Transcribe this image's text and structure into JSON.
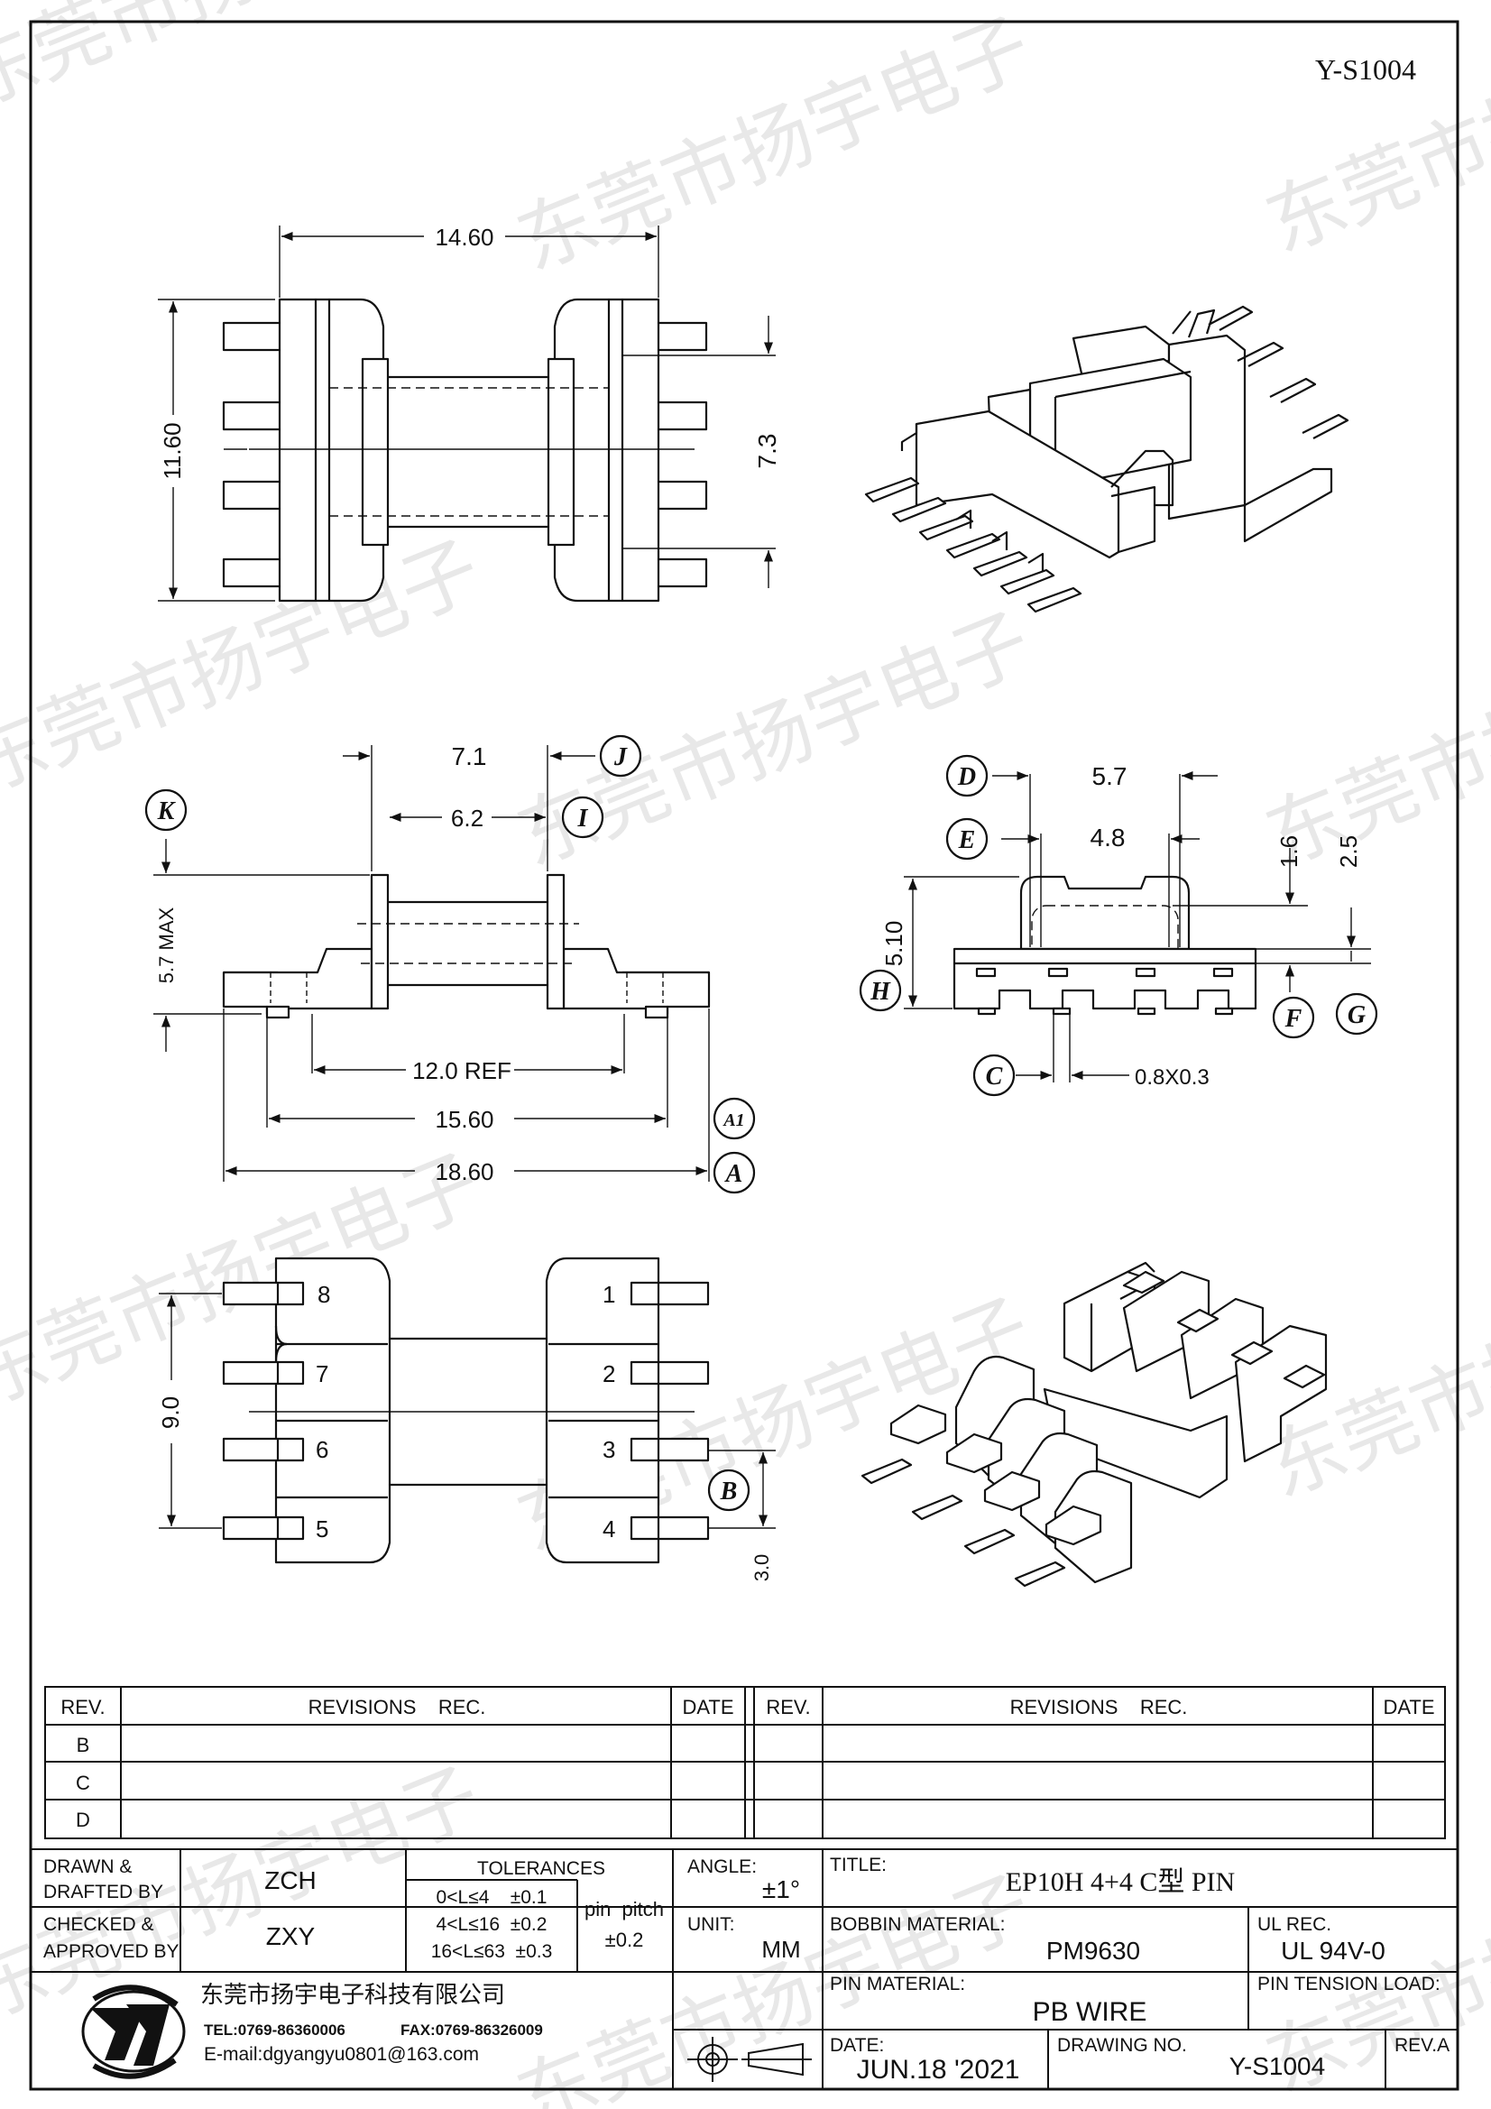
{
  "drawing_number_top": "Y-S1004",
  "watermark": "东莞市扬宇电子",
  "top_view": {
    "width": "14.60",
    "height": "11.60",
    "pin_span": "7.3"
  },
  "side_view": {
    "w71": "7.1",
    "w62": "6.2",
    "max_height": "5.7 MAX",
    "ref": "12.0 REF",
    "w1560": "15.60",
    "w1860": "18.60",
    "labels": {
      "J": "J",
      "I": "I",
      "K": "K",
      "A1": "A1",
      "A": "A"
    }
  },
  "end_view": {
    "w57": "5.7",
    "w48": "4.8",
    "h16": "1.6",
    "h25": "2.5",
    "h510": "5.10",
    "pin": "0.8X0.3",
    "labels": {
      "D": "D",
      "E": "E",
      "H": "H",
      "F": "F",
      "G": "G",
      "C": "C"
    }
  },
  "bottom_view": {
    "pitch_total": "9.0",
    "pitch": "3.0",
    "label_b": "B",
    "pins_left": [
      "8",
      "7",
      "6",
      "5"
    ],
    "pins_right": [
      "1",
      "2",
      "3",
      "4"
    ]
  },
  "revisions": {
    "h_rev": "REV.",
    "h_rec": "REVISIONS    REC.",
    "h_date": "DATE",
    "rows": [
      "B",
      "C",
      "D"
    ]
  },
  "title_block": {
    "drawn_label_1": "DRAWN &",
    "drawn_label_2": "DRAFTED BY",
    "drawn_by": "ZCH",
    "checked_label_1": "CHECKED &",
    "checked_label_2": "APPROVED BY",
    "checked_by": "ZXY",
    "tol_header": "TOLERANCES",
    "tol_1": "0<L≤4    ±0.1",
    "tol_2": "4<L≤16  ±0.2",
    "tol_3": "16<L≤63  ±0.3",
    "pitch_label": "pin  pitch",
    "pitch_tol": "±0.2",
    "angle_label": "ANGLE:",
    "angle_value": "±1°",
    "unit_label": "UNIT:",
    "unit_value": "MM",
    "title_label": "TITLE:",
    "title_value": "EP10H 4+4 C型 PIN",
    "bobbin_label": "BOBBIN MATERIAL:",
    "bobbin_value": "PM9630",
    "ul_label": "UL REC.",
    "ul_value": "UL 94V-0",
    "pin_mat_label": "PIN MATERIAL:",
    "pin_mat_value": "PB WIRE",
    "tension_label": "PIN TENSION LOAD:",
    "date_label": "DATE:",
    "date_value": "JUN.18 '2021",
    "drawing_no_label": "DRAWING NO.",
    "drawing_no_value": "Y-S1004",
    "rev_label": "REV.A",
    "company": "东莞市扬宇电子科技有限公司",
    "tel": "TEL:0769-86360006",
    "fax": "FAX:0769-86326009",
    "email": "E-mail:dgyangyu0801@163.com"
  }
}
